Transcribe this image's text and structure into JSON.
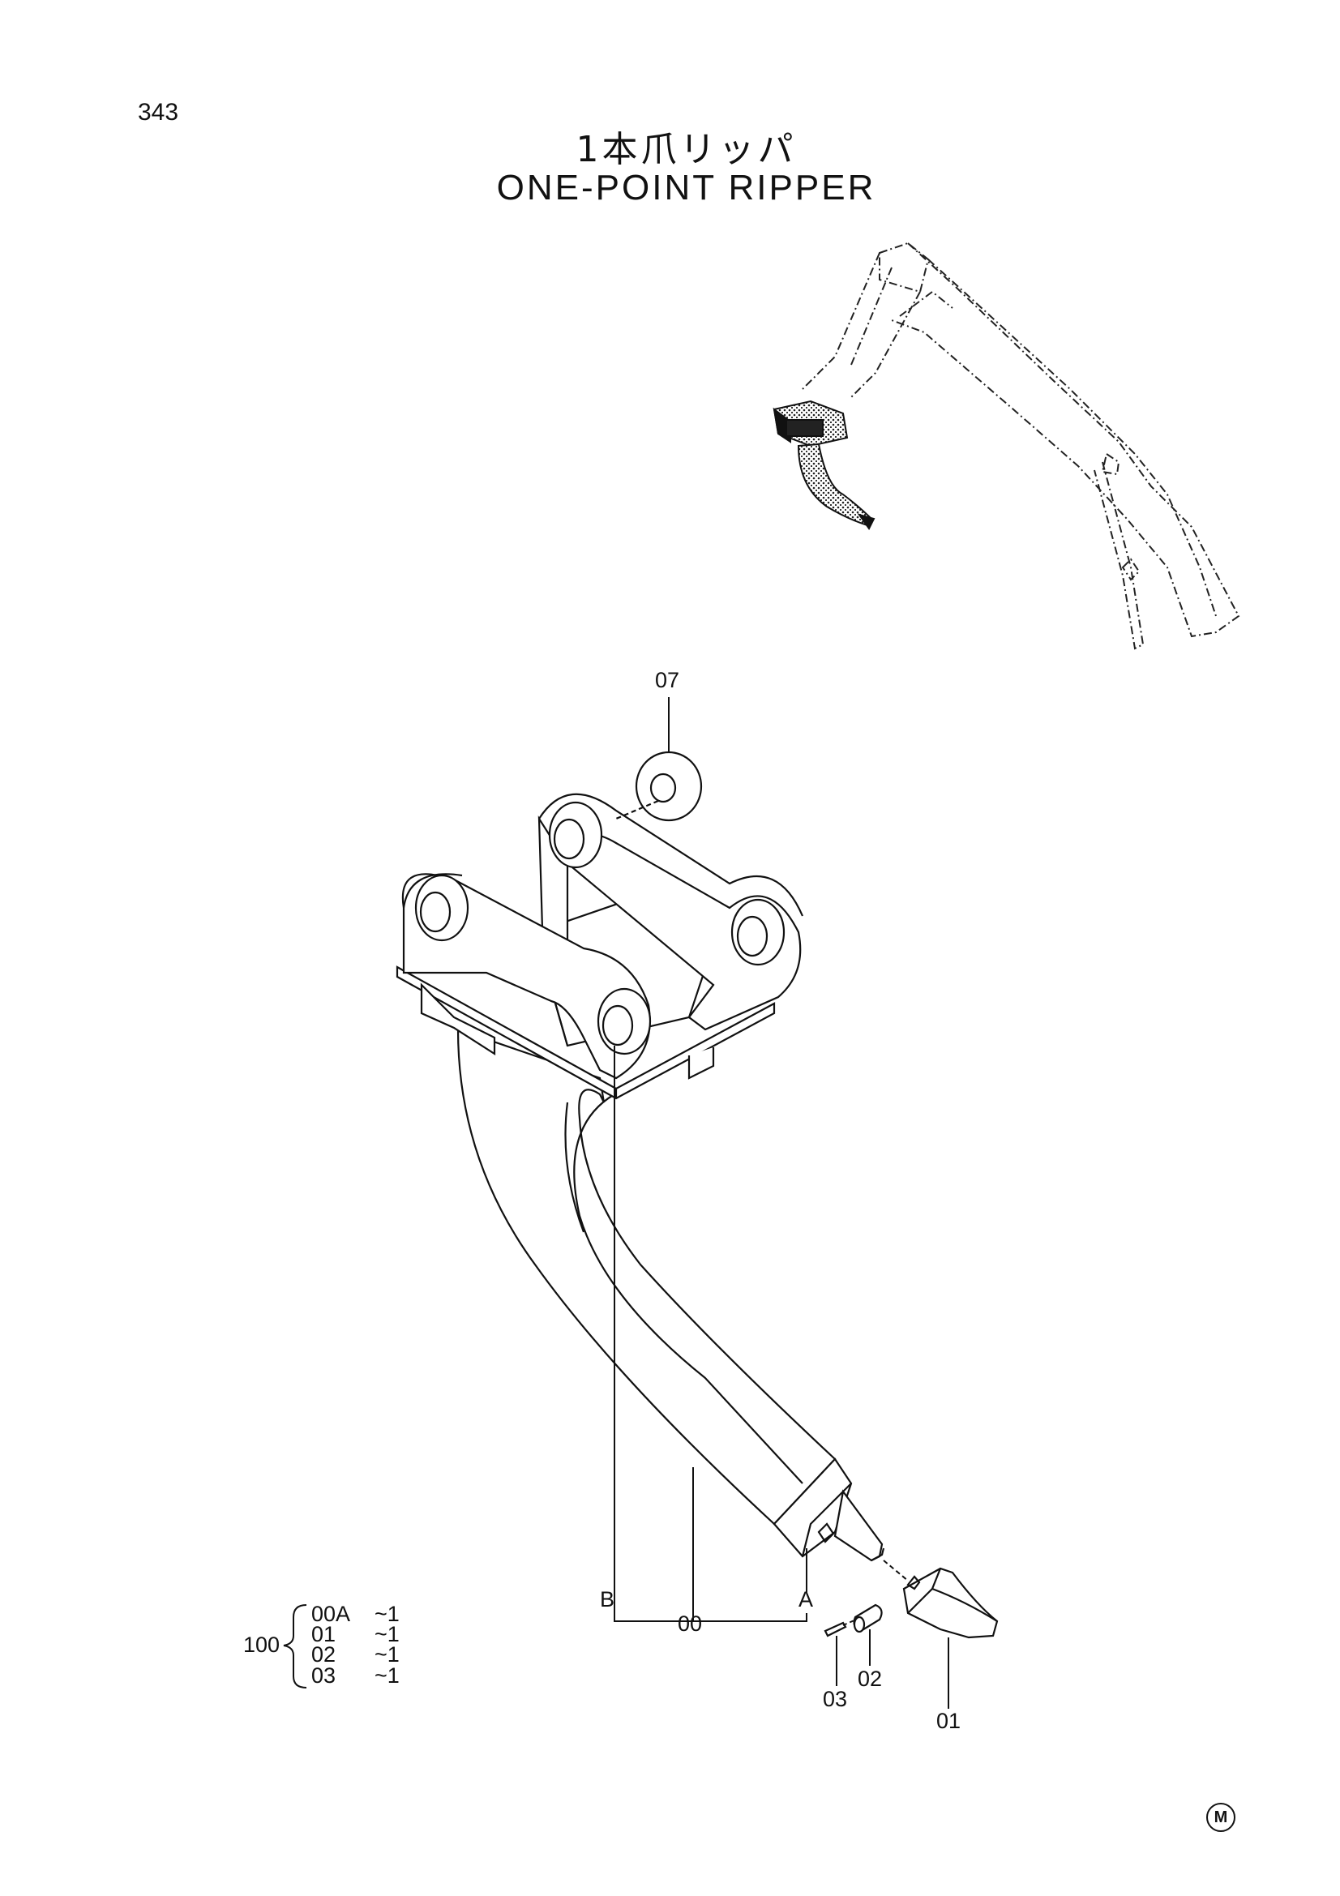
{
  "page_number": "343",
  "title_japanese": "1本爪リッパ",
  "title_english": "ONE-POINT RIPPER",
  "callouts": {
    "c07": "07",
    "c00": "00",
    "cA": "A",
    "cB": "B",
    "c01": "01",
    "c02": "02",
    "c03": "03"
  },
  "assembly": {
    "number": "100",
    "brace": "{",
    "rows": [
      {
        "part": "00A",
        "range": "~1"
      },
      {
        "part": "01",
        "range": "~1"
      },
      {
        "part": "02",
        "range": "~1"
      },
      {
        "part": "03",
        "range": "~1"
      }
    ]
  },
  "mark": "M"
}
